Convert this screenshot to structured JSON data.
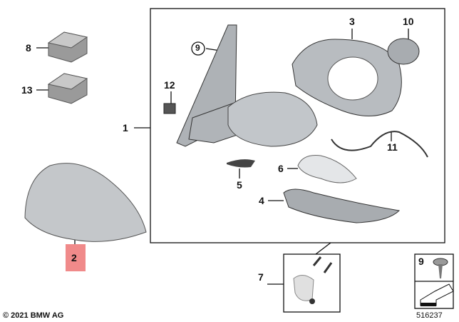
{
  "labels": {
    "l1": "1",
    "l2": "2",
    "l3": "3",
    "l4": "4",
    "l5": "5",
    "l6": "6",
    "l7": "7",
    "l8": "8",
    "l9": "9",
    "l10": "10",
    "l11": "11",
    "l12": "12",
    "l13": "13",
    "l9b": "9"
  },
  "footer": {
    "copyright": "© 2021 BMW AG",
    "diagram_number": "516237"
  },
  "colors": {
    "highlight": "#f08a8a",
    "line": "#111111",
    "part": "#b8bcc0"
  }
}
